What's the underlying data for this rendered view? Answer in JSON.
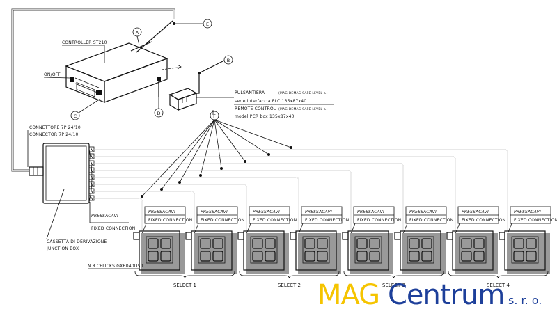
{
  "labels": {
    "controller": "CONTROLLER ST210",
    "onoff": "ON/OFF",
    "pulsantiera": "PULSANTIERA",
    "pulsantiera_level": "(MAG-DEMAG-SAFE-LEVEL ±)",
    "pulsantiera_model": "serie interfaccia PLC 135x87x40",
    "remote": "REMOTE CONTROL",
    "remote_level": "(MAG-DEMAG-SAFE-LEVEL ±)",
    "remote_model": "model PCR box 135x87x40",
    "connettore": "CONNETTORE 7P 24/10",
    "connector": "CONNECTOR 7P 24/10",
    "junction_it": "CASSETTA DI DERIVAZIONE",
    "junction_en": "JUNCTION BOX",
    "pressacavi": "PRESSACAVI",
    "fixed": "FIXED CONNECTION",
    "chucks": "N.8 CHUCKS GXB040D50"
  },
  "callouts": [
    "A",
    "B",
    "C",
    "D",
    "E",
    "F"
  ],
  "selects": [
    "SELECT 1",
    "SELECT 2",
    "SELECT 3",
    "SELECT 4"
  ],
  "logo": {
    "mag": "MAG",
    "centrum": "Centrum",
    "sro": "s. r. o.",
    "mag_color": "#f5c400",
    "centrum_color": "#1d3f9a"
  },
  "chucks": [
    {
      "label_top": "PRESSACAVI",
      "label_bottom": "FIXED CONNECTION"
    },
    {
      "label_top": "PRESSACAVI",
      "label_bottom": "FIXED CONNECTION"
    },
    {
      "label_top": "PRESSACAVI",
      "label_bottom": "FIXED CONNECTION"
    },
    {
      "label_top": "PRESSACAVI",
      "label_bottom": "FIXED CONNECTION"
    },
    {
      "label_top": "PRESSACAVI",
      "label_bottom": "FIXED CONNECTION"
    },
    {
      "label_top": "PRESSACAVI",
      "label_bottom": "FIXED CONNECTION"
    },
    {
      "label_top": "PRESSACAVI",
      "label_bottom": "FIXED CONNECTION"
    },
    {
      "label_top": "PRESSACAVI",
      "label_bottom": "FIXED CONNECTION"
    }
  ]
}
